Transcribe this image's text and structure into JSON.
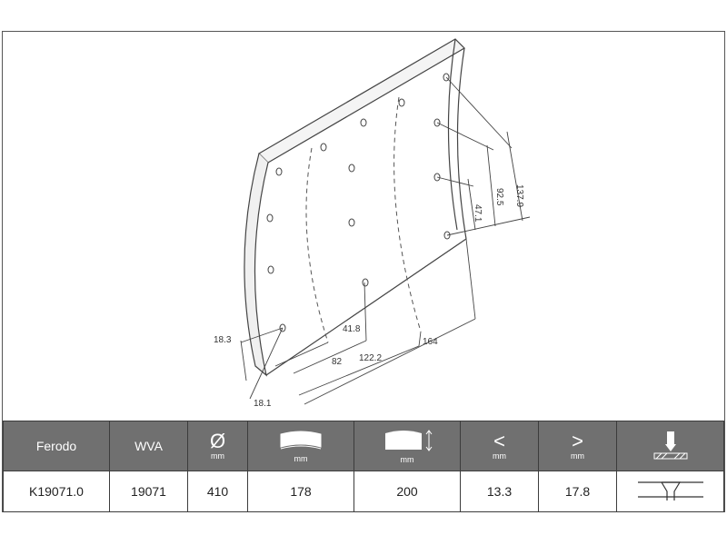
{
  "dimensions": {
    "d_137_9": "137.9",
    "d_92_5": "92.5",
    "d_47_1": "47.1",
    "d_18_3": "18.3",
    "d_41_8": "41.8",
    "d_82": "82",
    "d_122_2": "122.2",
    "d_164": "164",
    "d_18_1": "18.1"
  },
  "table": {
    "headers": {
      "brand": "Ferodo",
      "wva": "WVA",
      "diameter_symbol": "Ø",
      "unit": "mm"
    },
    "values": {
      "brand": "K19071.0",
      "wva": "19071",
      "diameter": "410",
      "width": "178",
      "length": "200",
      "thickness_min": "13.3",
      "thickness_max": "17.8"
    },
    "colors": {
      "header_bg": "#707070",
      "border": "#3c3c3c"
    },
    "icons": [
      "diameter-icon",
      "width-icon",
      "length-icon",
      "less-than-icon",
      "greater-than-icon",
      "rivet-drill-icon",
      "rivet-profile-icon"
    ]
  }
}
